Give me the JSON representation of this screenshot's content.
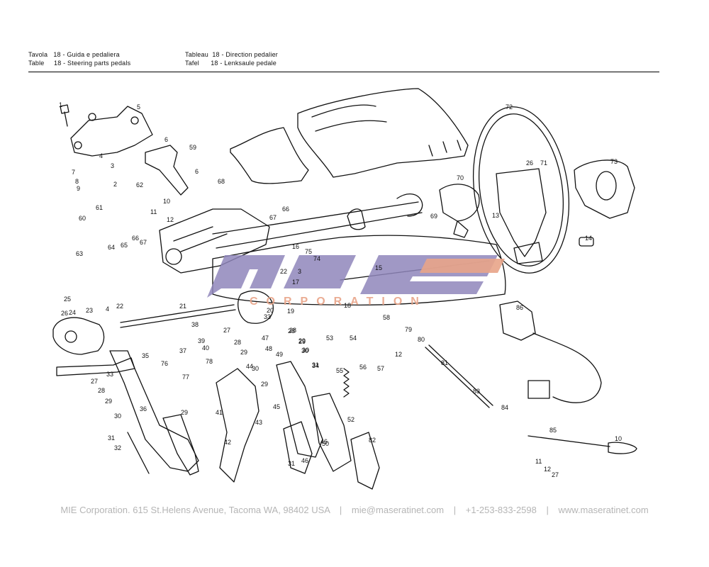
{
  "header": {
    "it_label": "Tavola",
    "it_text": "18 - Guida e pedaliera",
    "en_label": "Table",
    "en_text": "18 - Steering parts pedals",
    "fr_label": "Tableau",
    "fr_text": "18 - Direction pedalier",
    "de_label": "Tafel",
    "de_text": "18 - Lenksaule pedale"
  },
  "watermark": {
    "brand": "mie",
    "subtitle": "CORPORATION",
    "brand_color": "#8f86bb",
    "accent_color": "#e8a488"
  },
  "callouts": [
    "1",
    "5",
    "72",
    "73",
    "6",
    "59",
    "6",
    "4",
    "3",
    "7",
    "8",
    "9",
    "2",
    "62",
    "10",
    "11",
    "12",
    "68",
    "61",
    "60",
    "67",
    "66",
    "26",
    "71",
    "70",
    "13",
    "69",
    "14",
    "63",
    "64",
    "65",
    "66",
    "67",
    "16",
    "75",
    "74",
    "22",
    "3",
    "15",
    "17",
    "21",
    "25",
    "24",
    "26",
    "23",
    "4",
    "22",
    "20",
    "19",
    "18",
    "86",
    "58",
    "79",
    "80",
    "38",
    "27",
    "33",
    "28",
    "29",
    "30",
    "47",
    "48",
    "49",
    "39",
    "40",
    "37",
    "35",
    "76",
    "78",
    "77",
    "27",
    "28",
    "29",
    "30",
    "33",
    "28",
    "29",
    "30",
    "31",
    "53",
    "54",
    "12",
    "81",
    "55",
    "56",
    "57",
    "44",
    "41",
    "42",
    "45",
    "43",
    "29",
    "31",
    "46",
    "50",
    "52",
    "46",
    "82",
    "83",
    "84",
    "85",
    "10",
    "11",
    "12",
    "27",
    "28",
    "29",
    "30",
    "34",
    "36",
    "29",
    "31",
    "32"
  ],
  "footer": {
    "company": "MIE Corporation. 615 St.Helens Avenue, Tacoma WA, 98402 USA",
    "email": "mie@maseratinet.com",
    "phone": "+1-253-833-2598",
    "website": "www.maseratinet.com",
    "separator": "|"
  }
}
